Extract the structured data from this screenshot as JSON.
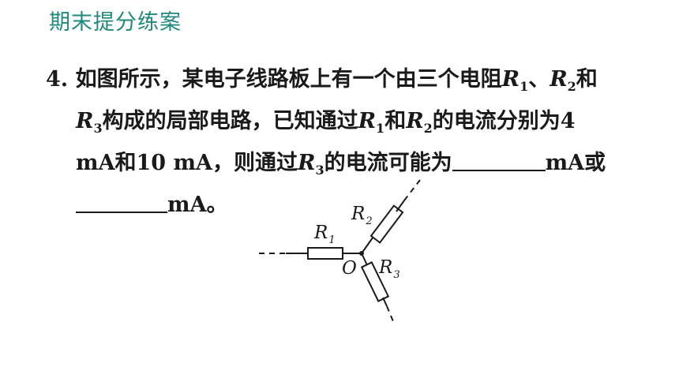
{
  "header": {
    "title": "期末提分练案"
  },
  "question": {
    "number": "4",
    "dot": ".",
    "p1": "如图所示，某电子线路板上有一个由三个电阻",
    "r": "R",
    "sub1": "1",
    "sub2": "2",
    "sub3": "3",
    "sep": "、",
    "he": "和",
    "p2": "构成的局部电路，已知通过",
    "p3": "的电流分别为4",
    "p4": "mA和10 mA，则通过",
    "p5": "的电流可能为",
    "p6": "mA或",
    "p7": "mA。"
  },
  "diagram": {
    "R1": "R",
    "R1_sub": "1",
    "R2": "R",
    "R2_sub": "2",
    "R3": "R",
    "R3_sub": "3",
    "node": "O"
  }
}
